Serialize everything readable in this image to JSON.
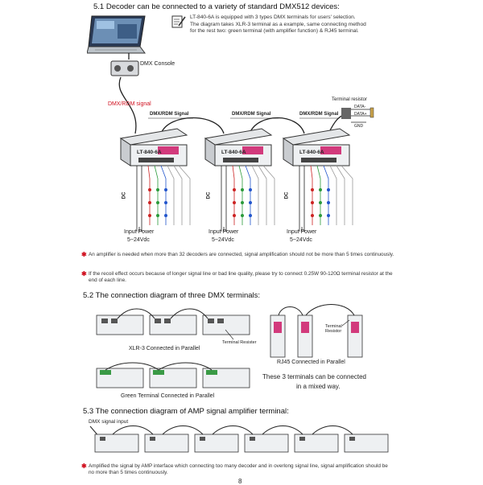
{
  "sec51": {
    "heading": "5.1 Decoder can be connected to a variety of standard DMX512 devices:",
    "desc_lines": [
      "LT-840-6A is equipped with 3 types DMX terminals for users' selection.",
      "The diagram takes XLR-3 terminal as a example, same connecting method",
      "for the rest two: green terminal (with amplifier function) & RJ45 terminal."
    ],
    "console_label": "DMX Console",
    "signal_label": "DMX/RDM signal",
    "link_labels": [
      "DMX/RDM Signal",
      "DMX/RDM Signal",
      "DMX/RDM Signal"
    ],
    "terminal_resistor": "Terminal resistor",
    "resistor_pins": [
      "DATA-",
      "DATA+",
      "GND"
    ],
    "device_model": "LT-840-6A",
    "dc_label": "DC",
    "power_label": "Input Power",
    "power_value": "5~24Vdc",
    "notes": [
      "An amplifier is needed when more than 32 decoders are connected, signal amplification should not be more than 5 times continuously.",
      "If the recoil effect occurs because of longer signal line or bad line quality, please try to connect 0.25W 90-120Ω terminal resistor at the end of each line."
    ]
  },
  "sec52": {
    "heading": "5.2 The connection diagram of three DMX terminals:",
    "xlr_caption": "XLR-3 Connected in Parallel",
    "xlr_resistor": "Terminal Resister",
    "rj45_caption": "RJ45 Connected in Parallel",
    "rj45_resistor": [
      "Terminal",
      "Resistor"
    ],
    "green_caption": "Green Terminal Connected in Parallel",
    "mixed_text": [
      "These 3 terminals can be connected",
      "in a mixed way."
    ]
  },
  "sec53": {
    "heading": "5.3 The connection diagram of AMP signal amplifier terminal:",
    "input_label": "DMX signal input",
    "note": "Amplified the signal by AMP interface which connecting too many decoder and in overlong signal line, signal amplification should be no more than 5 times continuously."
  },
  "page_number": "8",
  "colors": {
    "accent_red": "#d0101f",
    "line": "#222222"
  }
}
